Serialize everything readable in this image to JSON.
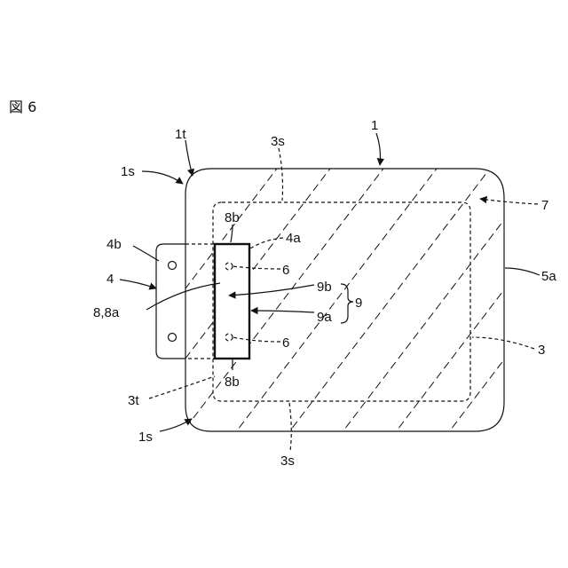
{
  "figure": {
    "title": "図 6"
  },
  "labels": {
    "l1": "1",
    "l1t": "1t",
    "l1s_top": "1s",
    "l1s_bottom": "1s",
    "l3s_top": "3s",
    "l3s_bottom": "3s",
    "l7": "7",
    "l5a": "5a",
    "l3": "3",
    "l4b": "4b",
    "l4": "4",
    "l8_8a": "8,8a",
    "l8b_top": "8b",
    "l8b_bottom": "8b",
    "l4a": "4a",
    "l6_top": "6",
    "l6_bottom": "6",
    "l9b": "9b",
    "l9a": "9a",
    "l9": "9",
    "l3t": "3t"
  }
}
